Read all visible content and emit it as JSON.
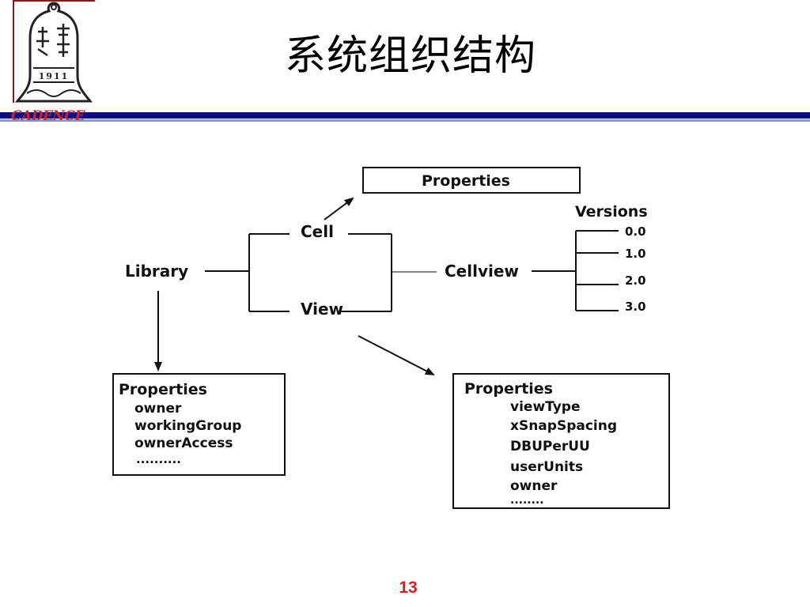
{
  "slide": {
    "title": "系统组织结构",
    "brand": "CADENCE",
    "logo_text": "1911",
    "page_number": "13"
  },
  "colors": {
    "header_bar_dark": "#0a0a8c",
    "header_bar_light": "#8a9bd8",
    "brand_red": "#d21f1f",
    "page_number": "#e01a1a"
  },
  "diagram": {
    "library": "Library",
    "cell": "Cell",
    "view": "View",
    "cellview": "Cellview",
    "versions_title": "Versions",
    "versions": [
      "0.0",
      "1.0",
      "2.0",
      "3.0"
    ],
    "cell_properties": "Properties",
    "library_properties": {
      "title": "Properties",
      "items": [
        "owner",
        "workingGroup",
        "ownerAccess",
        ".........."
      ]
    },
    "view_properties": {
      "title": "Properties",
      "items": [
        "viewType",
        "xSnapSpacing",
        "DBUPerUU",
        "userUnits",
        "owner",
        "........"
      ]
    }
  }
}
